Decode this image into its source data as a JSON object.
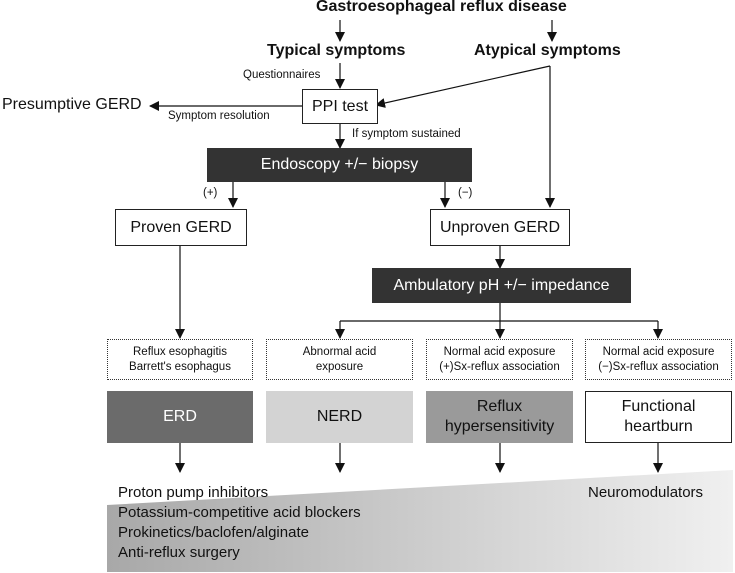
{
  "title": "Gastroesophageal reflux disease",
  "typical": "Typical symptoms",
  "atypical": "Atypical symptoms",
  "questionnaires": "Questionnaires",
  "ppi_test": "PPI test",
  "presumptive": "Presumptive GERD",
  "symptom_resolution": "Symptom resolution",
  "if_sustained": "If symptom sustained",
  "endoscopy": "Endoscopy +/− biopsy",
  "plus": "(+)",
  "minus": "(−)",
  "proven": "Proven GERD",
  "unproven": "Unproven GERD",
  "ambulatory": "Ambulatory pH +/− impedance",
  "findings": [
    {
      "line1": "Reflux esophagitis",
      "line2": "Barrett's esophagus"
    },
    {
      "line1": "Abnormal acid",
      "line2": "exposure"
    },
    {
      "line1": "Normal acid exposure",
      "line2": "(+)Sx-reflux association"
    },
    {
      "line1": "Normal acid exposure",
      "line2": "(−)Sx-reflux association"
    }
  ],
  "categories": [
    {
      "line1": "ERD",
      "line2": "",
      "color": "#6b6b6b"
    },
    {
      "line1": "NERD",
      "line2": "",
      "color": "#d3d3d3"
    },
    {
      "line1": "Reflux",
      "line2": "hypersensitivity",
      "color": "#9a9a9a"
    },
    {
      "line1": "Functional",
      "line2": "heartburn",
      "color": "#ffffff"
    }
  ],
  "treatments_left": [
    "Proton pump inhibitors",
    "Potassium-competitive acid blockers",
    "Prokinetics/baclofen/alginate",
    "Anti-reflux surgery"
  ],
  "treatment_right": "Neuromodulators"
}
